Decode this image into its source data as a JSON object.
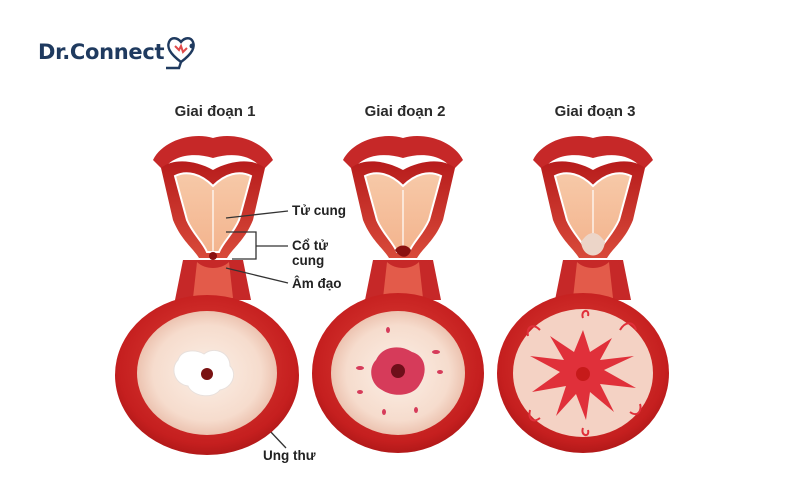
{
  "brand": {
    "name_part1": "Dr.",
    "name_part2": "Connect",
    "icon": "heart-stethoscope-icon"
  },
  "stages": [
    {
      "title": "Giai đoạn 1"
    },
    {
      "title": "Giai đoạn 2"
    },
    {
      "title": "Giai đoạn 3"
    }
  ],
  "labels": {
    "uterus": "Tử cung",
    "cervix_line1": "Cổ tử",
    "cervix_line2": "cung",
    "vagina": "Âm đạo",
    "cancer": "Ung thư"
  },
  "colors": {
    "brand_navy": "#1f3a5f",
    "tissue_red": "#c8282a",
    "arrow_blue": "#2e5fa8"
  }
}
